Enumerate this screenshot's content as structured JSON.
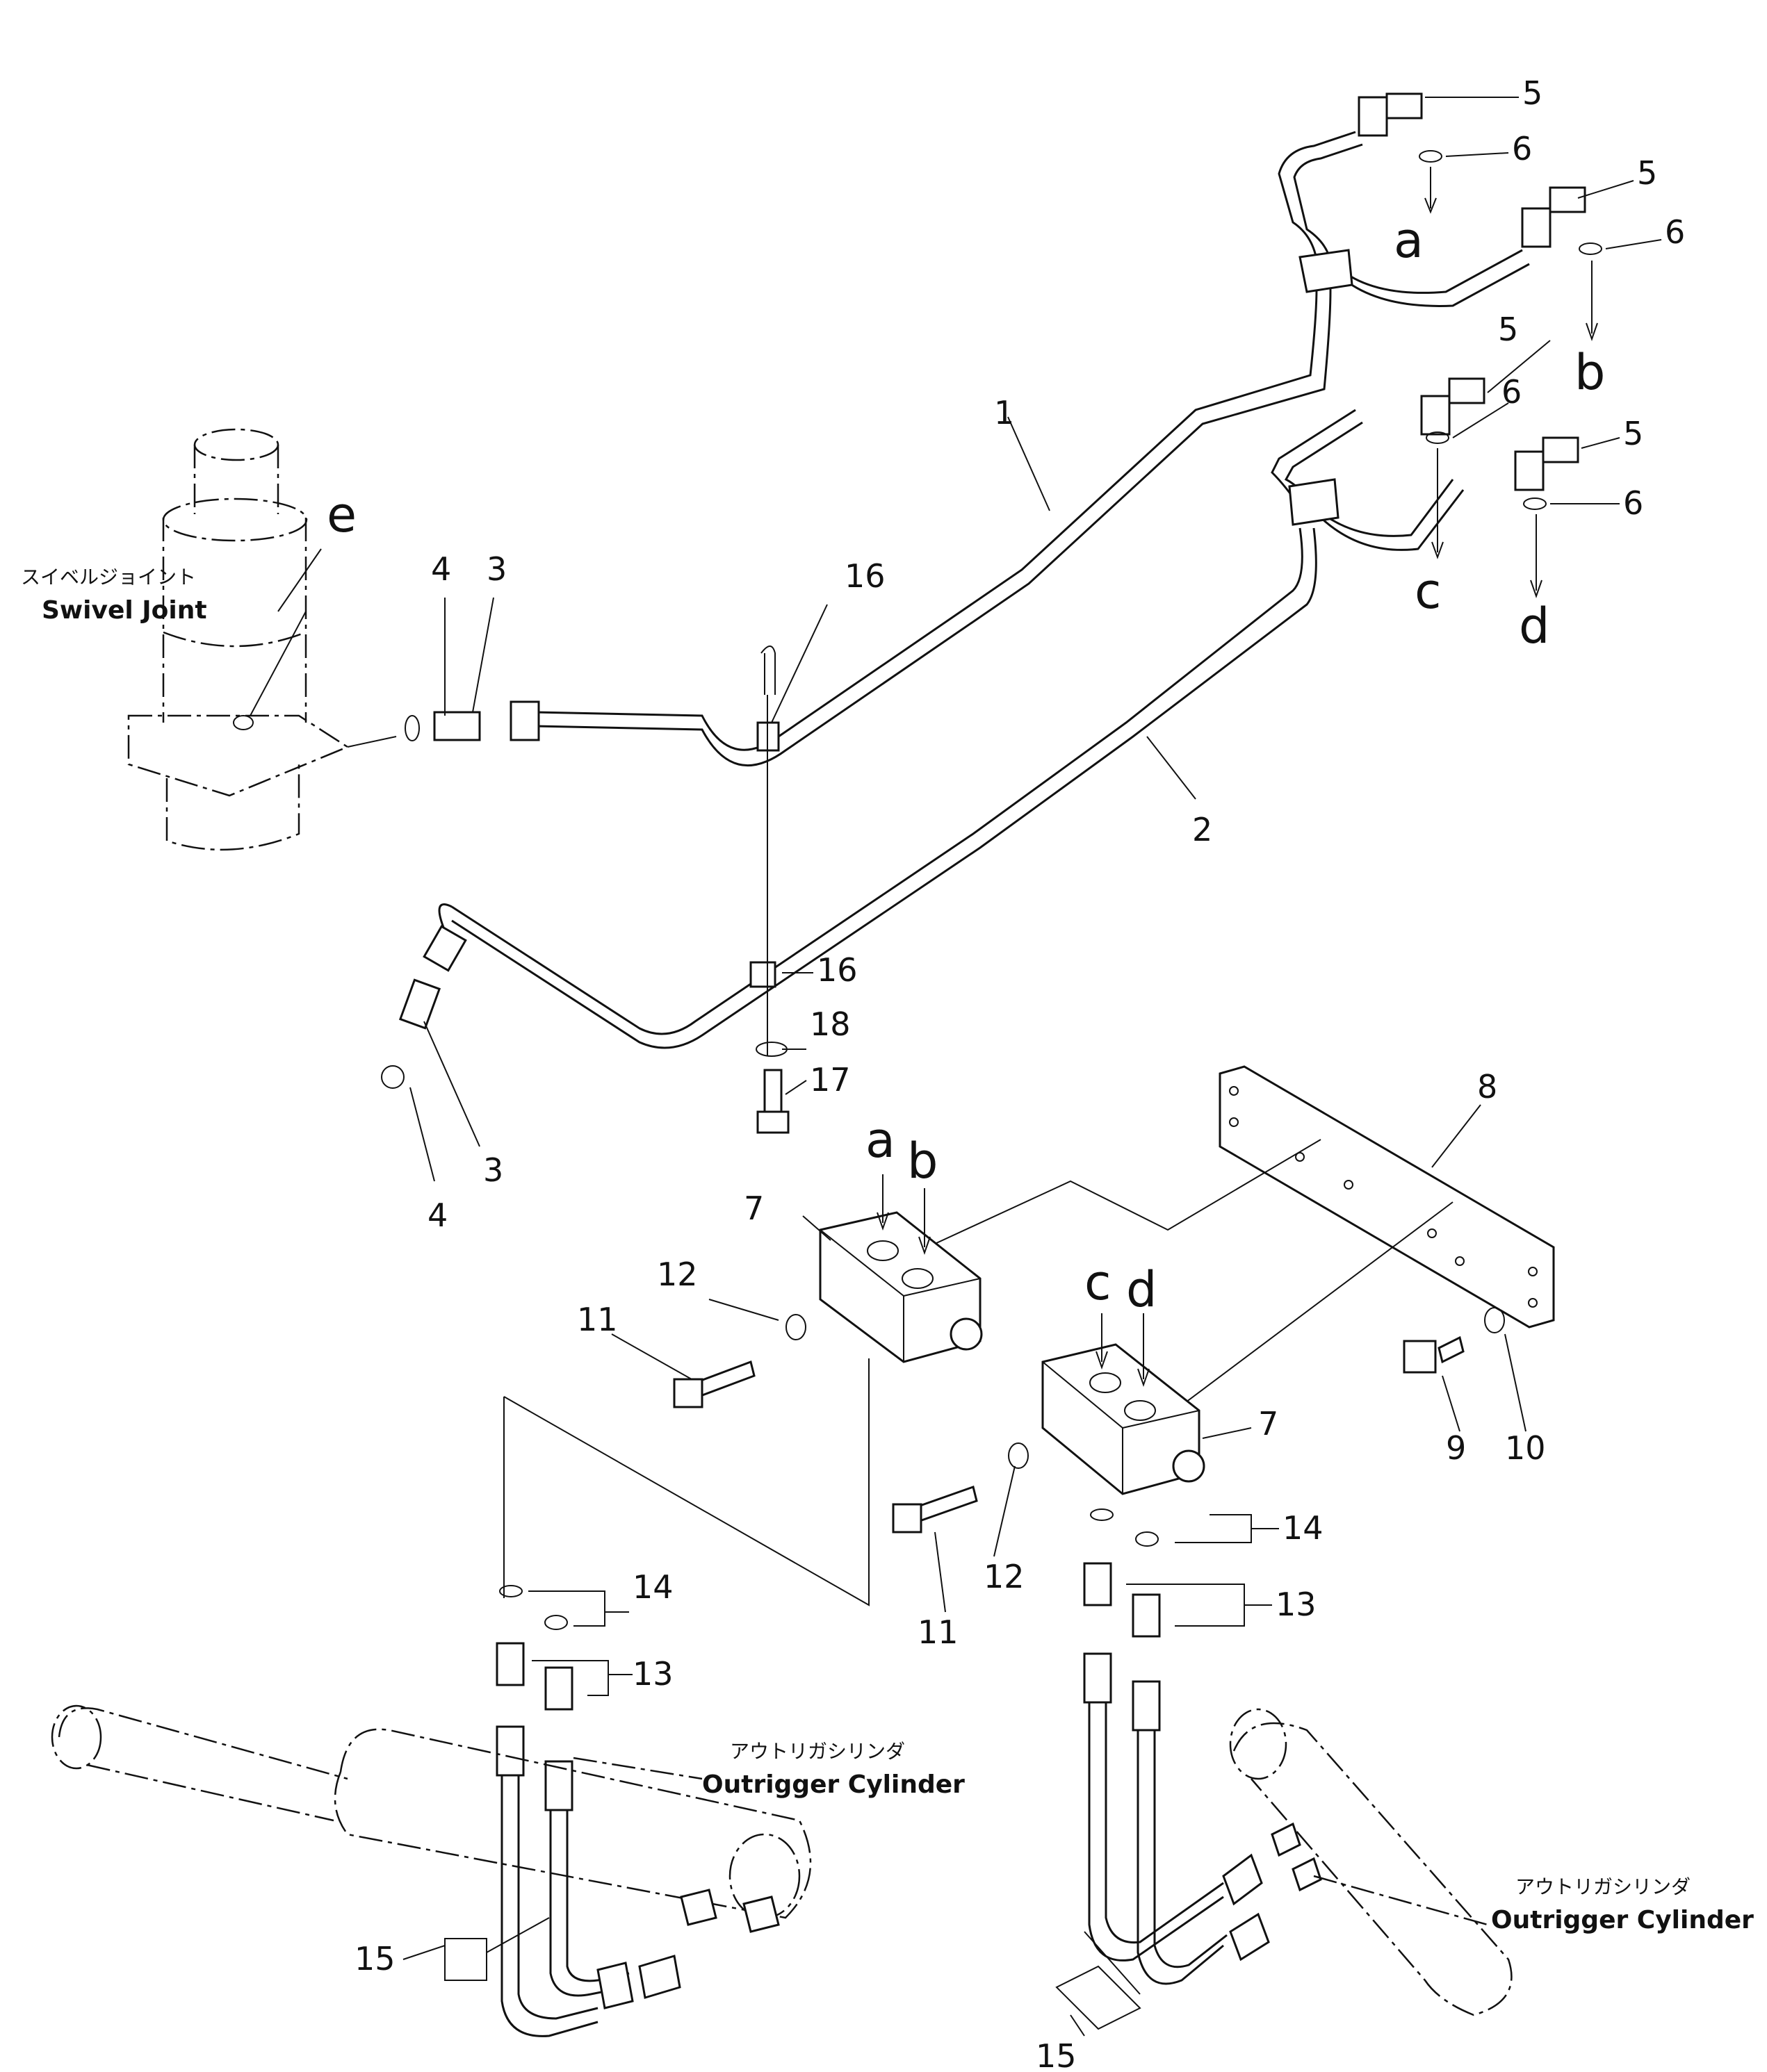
{
  "labels": {
    "swivel_joint_jp": "スイベルジョイント",
    "swivel_joint_en": "Swivel Joint",
    "outrigger_cylinder_jp": "アウトリガシリンダ",
    "outrigger_cylinder_en": "Outrigger Cylinder"
  },
  "ports": {
    "a": "a",
    "b": "b",
    "c": "c",
    "d": "d",
    "e": "e"
  },
  "part_numbers": {
    "p1": "1",
    "p2": "2",
    "p3": "3",
    "p4": "4",
    "p5": "5",
    "p6": "6",
    "p7": "7",
    "p8": "8",
    "p9": "9",
    "p10": "10",
    "p11": "11",
    "p12": "12",
    "p13": "13",
    "p14": "14",
    "p15": "15",
    "p16": "16",
    "p17": "17",
    "p18": "18"
  }
}
